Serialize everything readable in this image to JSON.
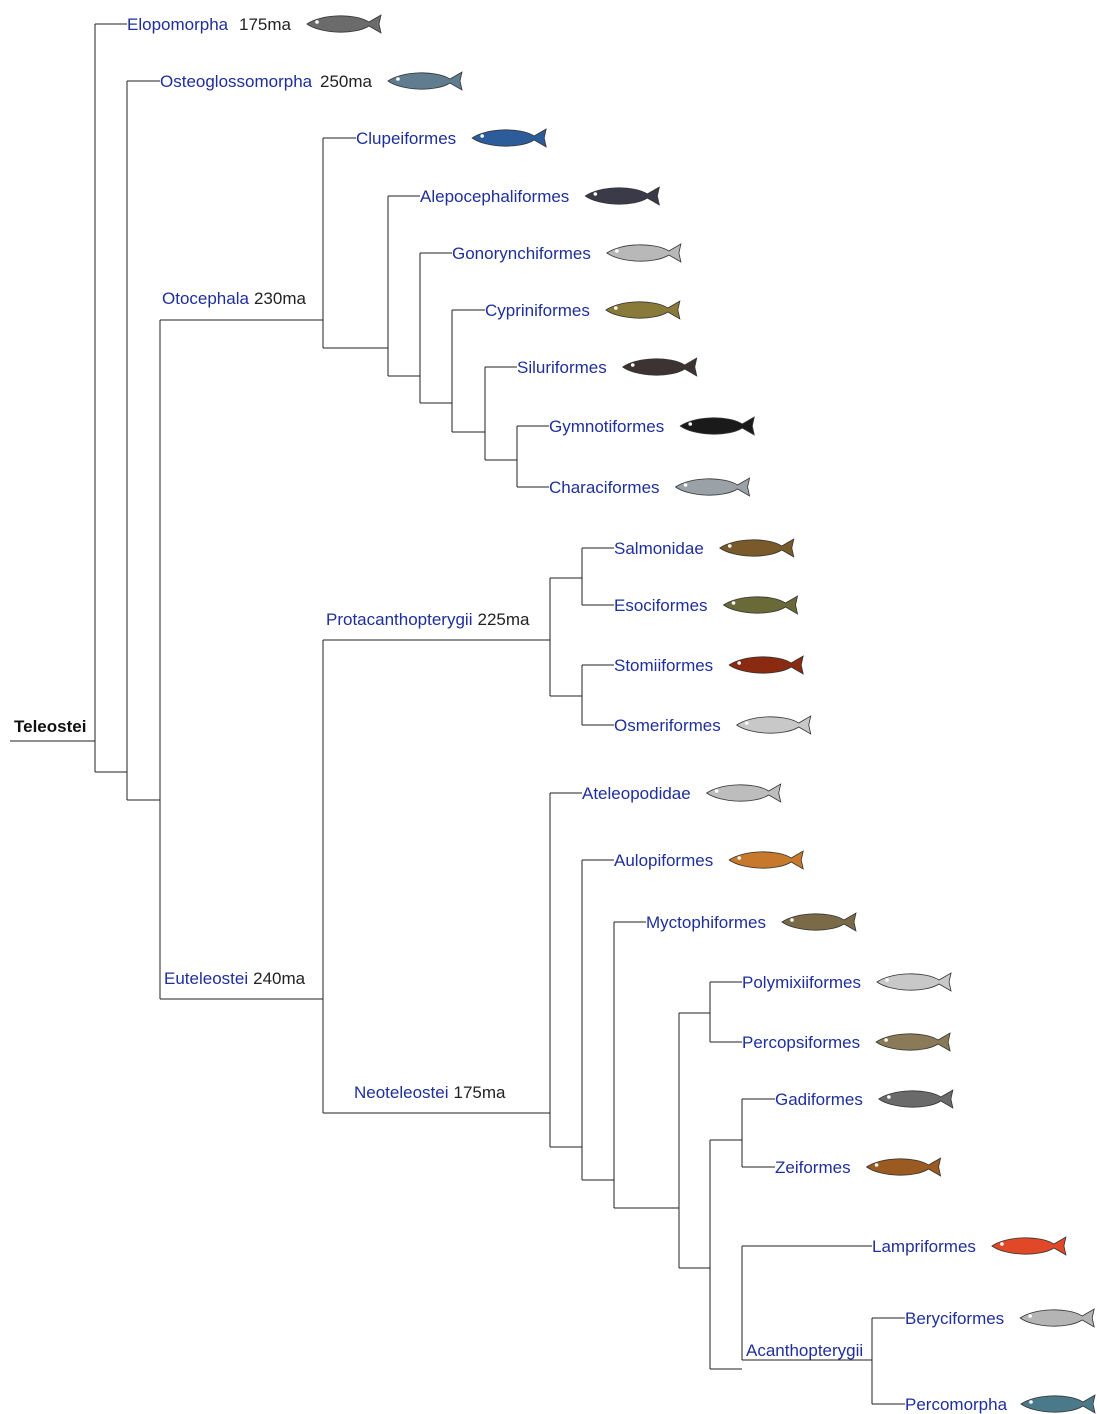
{
  "root_label": "Teleostei",
  "leaves": [
    {
      "name": "Elopomorpha",
      "age": "175ma",
      "color": "#6b6b6b",
      "icon": "eel-icon"
    },
    {
      "name": "Osteoglossomorpha",
      "age": "250ma",
      "color": "#5f7d8f",
      "icon": "arowana-icon"
    },
    {
      "name": "Clupeiformes",
      "age": "",
      "color": "#2c5c99",
      "icon": "herring-icon"
    },
    {
      "name": "Alepocephaliformes",
      "age": "",
      "color": "#3a3a48",
      "icon": "slickhead-icon"
    },
    {
      "name": "Gonorynchiformes",
      "age": "",
      "color": "#b8b8b8",
      "icon": "milkfish-icon"
    },
    {
      "name": "Cypriniformes",
      "age": "",
      "color": "#8a7a3a",
      "icon": "minnow-icon"
    },
    {
      "name": "Siluriformes",
      "age": "",
      "color": "#3d3333",
      "icon": "catfish-icon"
    },
    {
      "name": "Gymnotiformes",
      "age": "",
      "color": "#1a1a1a",
      "icon": "knifefish-icon"
    },
    {
      "name": "Characiformes",
      "age": "",
      "color": "#9aa2a8",
      "icon": "characin-icon"
    },
    {
      "name": "Salmonidae",
      "age": "",
      "color": "#7a5a2a",
      "icon": "trout-icon"
    },
    {
      "name": "Esociformes",
      "age": "",
      "color": "#6a6a38",
      "icon": "pike-icon"
    },
    {
      "name": "Stomiiformes",
      "age": "",
      "color": "#8a2a10",
      "icon": "dragonfish-icon"
    },
    {
      "name": "Osmeriformes",
      "age": "",
      "color": "#c8c8c8",
      "icon": "smelt-icon"
    },
    {
      "name": "Ateleopodidae",
      "age": "",
      "color": "#bdbdbd",
      "icon": "jellynose-icon"
    },
    {
      "name": "Aulopiformes",
      "age": "",
      "color": "#c8782a",
      "icon": "lizardfish-icon"
    },
    {
      "name": "Myctophiformes",
      "age": "",
      "color": "#7a6a48",
      "icon": "lanternfish-icon"
    },
    {
      "name": "Polymixiiformes",
      "age": "",
      "color": "#c8c8c8",
      "icon": "beardfish-icon"
    },
    {
      "name": "Percopsiformes",
      "age": "",
      "color": "#8a7a58",
      "icon": "troutperch-icon"
    },
    {
      "name": "Gadiformes",
      "age": "",
      "color": "#6a6a6a",
      "icon": "cod-icon"
    },
    {
      "name": "Zeiformes",
      "age": "",
      "color": "#9a5a20",
      "icon": "dory-icon"
    },
    {
      "name": "Lampriformes",
      "age": "",
      "color": "#e04828",
      "icon": "opah-icon"
    },
    {
      "name": "Beryciformes",
      "age": "",
      "color": "#b4b4b4",
      "icon": "squirrelfish-icon"
    },
    {
      "name": "Percomorpha",
      "age": "",
      "color": "#4a7a8a",
      "icon": "mackerel-icon"
    }
  ],
  "clades": [
    {
      "id": "otocephala",
      "name": "Otocephala",
      "age": "230ma"
    },
    {
      "id": "euteleostei",
      "name": "Euteleostei",
      "age": "240ma"
    },
    {
      "id": "protacanthopterygii",
      "name": "Protacanthopterygii",
      "age": "225ma"
    },
    {
      "id": "neoteleostei",
      "name": "Neoteleostei",
      "age": "175ma"
    },
    {
      "id": "acanthopterygii",
      "name": "Acanthopterygii",
      "age": ""
    }
  ]
}
